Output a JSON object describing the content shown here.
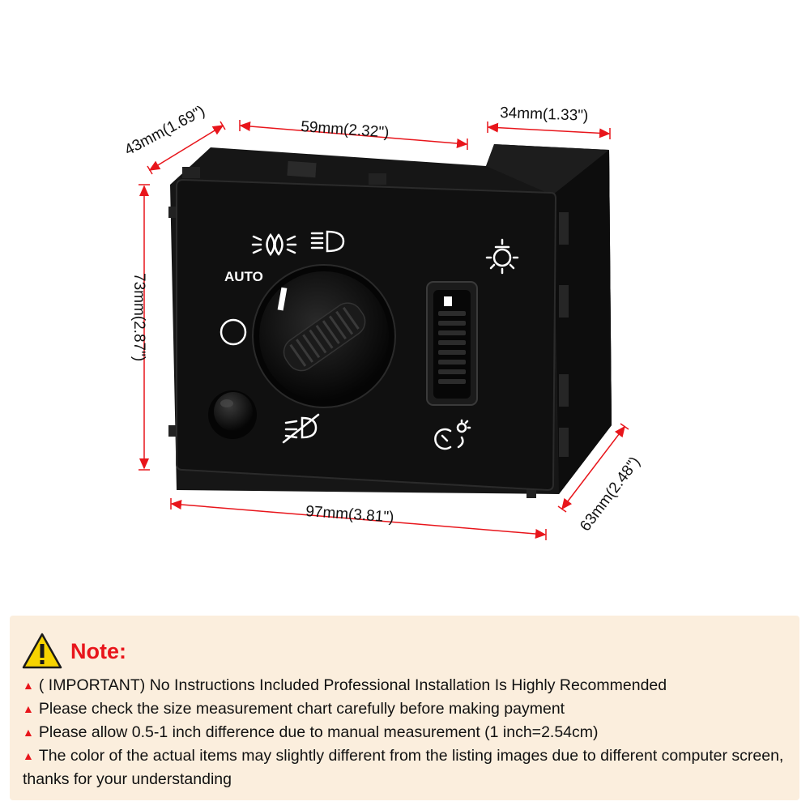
{
  "product": {
    "dimensions": {
      "depth_left": "43mm(1.69\")",
      "top_width": "59mm(2.32\")",
      "top_right": "34mm(1.33\")",
      "height": "73mm(2.87\")",
      "bottom_width": "97mm(3.81\")",
      "depth_right": "63mm(2.48\")"
    },
    "panel": {
      "auto_label": "AUTO"
    },
    "colors": {
      "dimension_line": "#e8151b",
      "body": "#121212",
      "symbol": "#ffffff"
    },
    "icons": [
      "parking-light-icon",
      "headlight-icon",
      "dome-light-icon",
      "off-circle-icon",
      "fog-light-off-icon",
      "dimmer-icon",
      "fog-light-button",
      "rotary-knob",
      "dimmer-thumbwheel"
    ]
  },
  "note": {
    "title": "Note:",
    "items": [
      "( IMPORTANT) No Instructions Included Professional Installation Is Highly Recommended",
      "Please check the size measurement chart carefully before making payment",
      "Please allow 0.5-1 inch difference due to manual measurement (1 inch=2.54cm)",
      "The color of the actual items may slightly different from the listing images due to different computer screen, thanks for your understanding"
    ],
    "colors": {
      "background": "#fbeedd",
      "title": "#e8151b",
      "bullet": "#e8151b"
    }
  }
}
